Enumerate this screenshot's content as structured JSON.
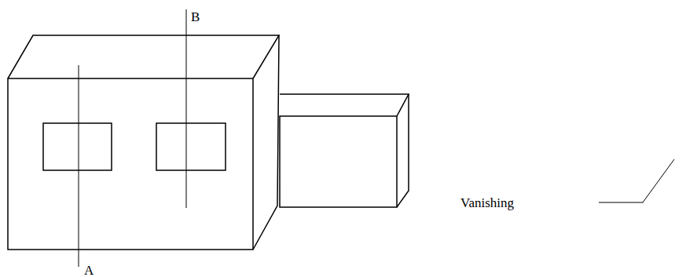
{
  "diagram": {
    "labels": [
      "B",
      "Vanishing",
      "A"
    ]
  }
}
